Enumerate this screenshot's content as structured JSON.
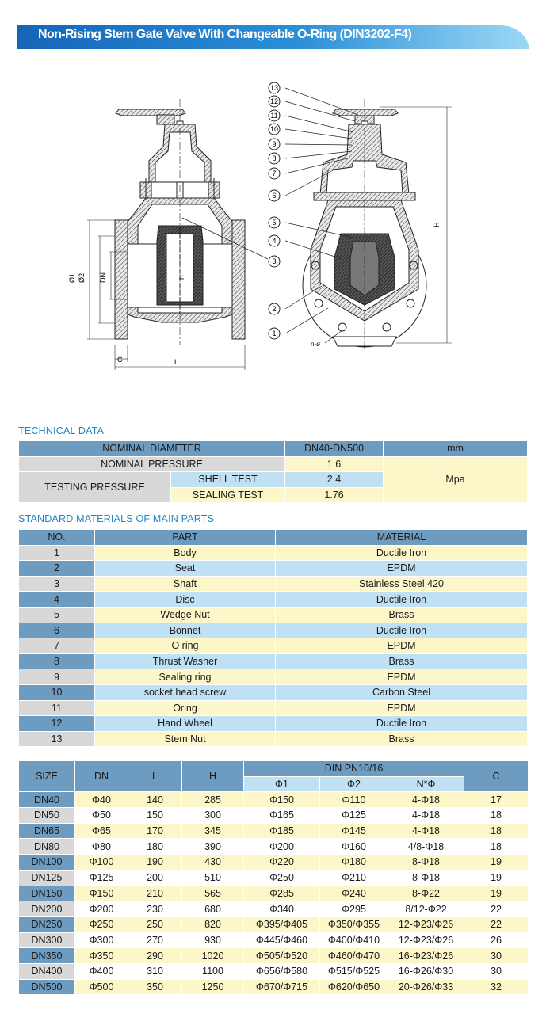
{
  "title": "Non-Rising Stem Gate Valve With Changeable O-Ring (DIN3202-F4)",
  "drawing": {
    "labels": {
      "d1": "Ø1",
      "d2": "Ø2",
      "dn": "DN",
      "h_inner": "H",
      "h": "H",
      "c": "C",
      "l": "L",
      "n_phi": "n-ø"
    },
    "callouts": [
      "13",
      "12",
      "11",
      "10",
      "9",
      "8",
      "7",
      "6",
      "5",
      "4",
      "3",
      "2",
      "1"
    ]
  },
  "technical": {
    "heading": "TECHNICAL DATA",
    "nominal_diameter_label": "NOMINAL DIAMETER",
    "nominal_diameter_value": "DN40-DN500",
    "nominal_diameter_unit": "mm",
    "nominal_pressure_label": "NOMINAL PRESSURE",
    "nominal_pressure_value": "1.6",
    "testing_pressure_label": "TESTING PRESSURE",
    "shell_test_label": "SHELL TEST",
    "shell_test_value": "2.4",
    "sealing_test_label": "SEALING TEST",
    "sealing_test_value": "1.76",
    "pressure_unit": "Mpa"
  },
  "materials": {
    "heading": "STANDARD MATERIALS OF MAIN PARTS",
    "headers": [
      "NO.",
      "PART",
      "MATERIAL"
    ],
    "rows": [
      [
        "1",
        "Body",
        "Ductile Iron"
      ],
      [
        "2",
        "Seat",
        "EPDM"
      ],
      [
        "3",
        "Shaft",
        "Stainless Steel 420"
      ],
      [
        "4",
        "Disc",
        "Ductile Iron"
      ],
      [
        "5",
        "Wedge Nut",
        "Brass"
      ],
      [
        "6",
        "Bonnet",
        "Ductile Iron"
      ],
      [
        "7",
        "O ring",
        "EPDM"
      ],
      [
        "8",
        "Thrust Washer",
        "Brass"
      ],
      [
        "9",
        "Sealing ring",
        "EPDM"
      ],
      [
        "10",
        "socket head screw",
        "Carbon Steel"
      ],
      [
        "11",
        "Oring",
        "EPDM"
      ],
      [
        "12",
        "Hand Wheel",
        "Ductile Iron"
      ],
      [
        "13",
        "Stem Nut",
        "Brass"
      ]
    ]
  },
  "dimensions": {
    "headers": {
      "size": "SIZE",
      "dn": "DN",
      "l": "L",
      "h": "H",
      "din": "DIN PN10/16",
      "phi1": "Φ1",
      "phi2": "Φ2",
      "nphi": "N*Φ",
      "c": "C"
    },
    "rows": [
      [
        "DN40",
        "Φ40",
        "140",
        "285",
        "Φ150",
        "Φ110",
        "4-Φ18",
        "17"
      ],
      [
        "DN50",
        "Φ50",
        "150",
        "300",
        "Φ165",
        "Φ125",
        "4-Φ18",
        "18"
      ],
      [
        "DN65",
        "Φ65",
        "170",
        "345",
        "Φ185",
        "Φ145",
        "4-Φ18",
        "18"
      ],
      [
        "DN80",
        "Φ80",
        "180",
        "390",
        "Φ200",
        "Φ160",
        "4/8-Φ18",
        "18"
      ],
      [
        "DN100",
        "Φ100",
        "190",
        "430",
        "Φ220",
        "Φ180",
        "8-Φ18",
        "19"
      ],
      [
        "DN125",
        "Φ125",
        "200",
        "510",
        "Φ250",
        "Φ210",
        "8-Φ18",
        "19"
      ],
      [
        "DN150",
        "Φ150",
        "210",
        "565",
        "Φ285",
        "Φ240",
        "8-Φ22",
        "19"
      ],
      [
        "DN200",
        "Φ200",
        "230",
        "680",
        "Φ340",
        "Φ295",
        "8/12-Φ22",
        "22"
      ],
      [
        "DN250",
        "Φ250",
        "250",
        "820",
        "Φ395/Φ405",
        "Φ350/Φ355",
        "12-Φ23/Φ26",
        "22"
      ],
      [
        "DN300",
        "Φ300",
        "270",
        "930",
        "Φ445/Φ460",
        "Φ400/Φ410",
        "12-Φ23/Φ26",
        "26"
      ],
      [
        "DN350",
        "Φ350",
        "290",
        "1020",
        "Φ505/Φ520",
        "Φ460/Φ470",
        "16-Φ23/Φ26",
        "30"
      ],
      [
        "DN400",
        "Φ400",
        "310",
        "1100",
        "Φ656/Φ580",
        "Φ515/Φ525",
        "16-Φ26/Φ30",
        "30"
      ],
      [
        "DN500",
        "Φ500",
        "350",
        "1250",
        "Φ670/Φ715",
        "Φ620/Φ650",
        "20-Φ26/Φ33",
        "32"
      ]
    ]
  },
  "colors": {
    "banner_dark": "#1a6ec0",
    "banner_light": "#8fd0f4",
    "heading": "#1d86c4",
    "header_blue": "#6e9bc0",
    "row_blue": "#bfe1f3",
    "row_cream": "#fdf6c8",
    "grey": "#d8d8d8"
  }
}
